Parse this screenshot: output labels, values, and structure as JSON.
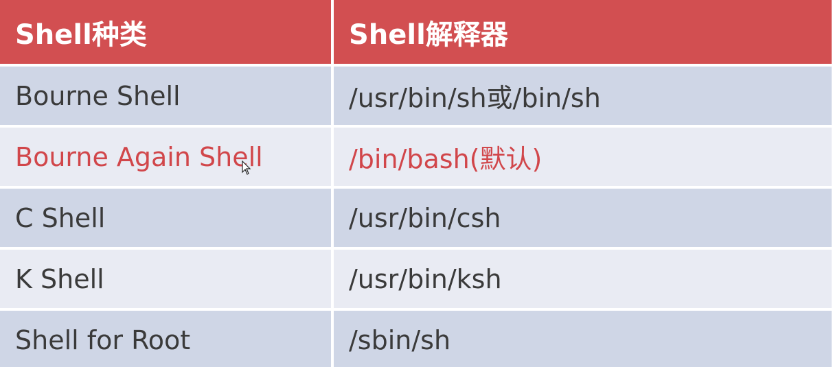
{
  "header": {
    "col1": "Shell种类",
    "col2": "Shell解释器"
  },
  "rows": [
    {
      "shell": "Bourne Shell",
      "interpreter": "/usr/bin/sh或/bin/sh",
      "highlight": false
    },
    {
      "shell": "Bourne Again Shell",
      "interpreter": "/bin/bash(默认)",
      "highlight": true
    },
    {
      "shell": "C Shell",
      "interpreter": "/usr/bin/csh",
      "highlight": false
    },
    {
      "shell": "K Shell",
      "interpreter": "/usr/bin/ksh",
      "highlight": false
    },
    {
      "shell": "Shell for Root",
      "interpreter": "/sbin/sh",
      "highlight": false
    }
  ],
  "colors": {
    "header_bg": "#d24f51",
    "row_odd_bg": "#cfd6e6",
    "row_even_bg": "#e9ebf3",
    "highlight_text": "#d1464a"
  },
  "cursor_icon": "mouse-pointer-icon"
}
